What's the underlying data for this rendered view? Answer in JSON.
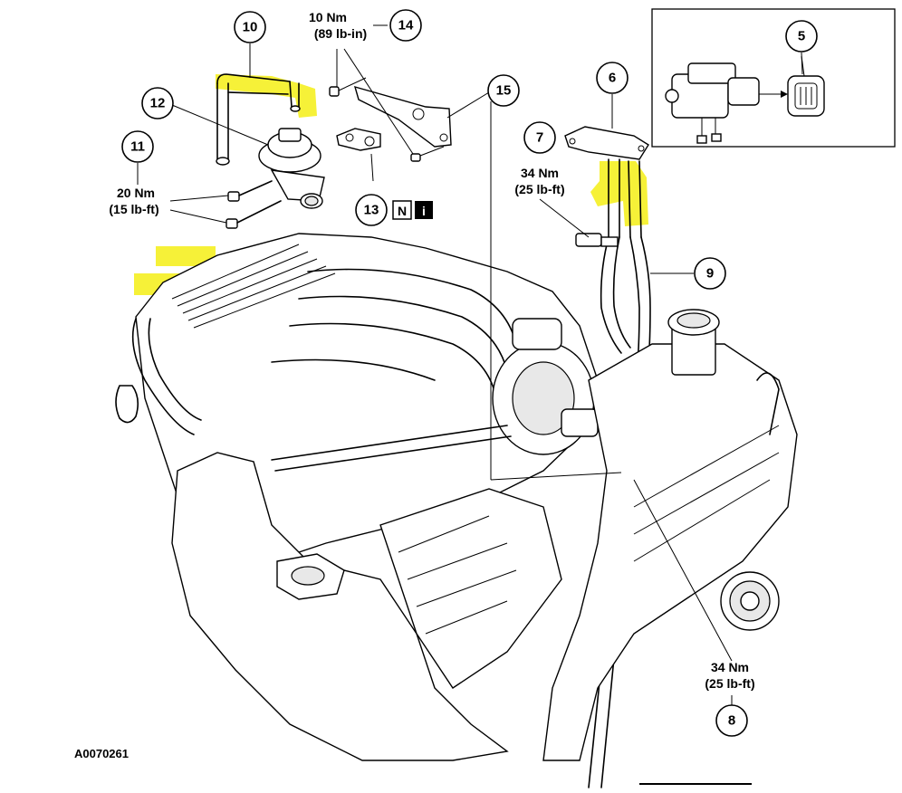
{
  "callouts": {
    "c5": "5",
    "c6": "6",
    "c7": "7",
    "c8": "8",
    "c9": "9",
    "c10": "10",
    "c11": "11",
    "c12": "12",
    "c13": "13",
    "c14": "14",
    "c15": "15"
  },
  "torques": {
    "t14_nm": "10 Nm",
    "t14_lb": "(89 lb-in)",
    "t11_nm": "20 Nm",
    "t11_lb": "(15 lb-ft)",
    "t7_nm": "34 Nm",
    "t7_lb": "(25 lb-ft)",
    "t8_nm": "34 Nm",
    "t8_lb": "(25 lb-ft)"
  },
  "badges": {
    "n": "N",
    "i": "i"
  },
  "reference": "A0070261",
  "colors": {
    "highlight": "#f5ef15",
    "line": "#000000",
    "background": "#ffffff"
  }
}
